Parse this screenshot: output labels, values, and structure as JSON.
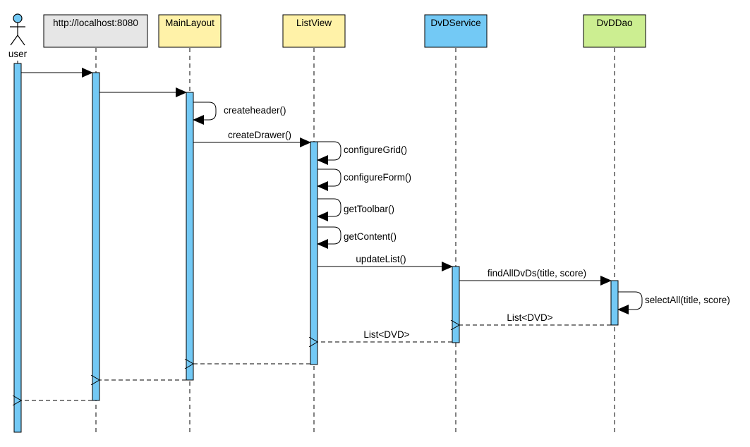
{
  "colors": {
    "activation": "#73C9F5",
    "gray_header": "#E6E6E6",
    "yellow_header": "#FFF2A8",
    "blue_header": "#73C9F5",
    "green_header": "#CCEE91"
  },
  "actor": {
    "label": "user"
  },
  "participants": [
    {
      "id": "browser",
      "label": "http://localhost:8080",
      "color": "#E6E6E6"
    },
    {
      "id": "mainlayout",
      "label": "MainLayout",
      "color": "#FFF2A8"
    },
    {
      "id": "listview",
      "label": "ListView",
      "color": "#FFF2A8"
    },
    {
      "id": "dvdservice",
      "label": "DvDService",
      "color": "#73C9F5"
    },
    {
      "id": "dvddao",
      "label": "DvDDao",
      "color": "#CCEE91"
    }
  ],
  "messages": {
    "create_header": "createheader()",
    "create_drawer": "createDrawer()",
    "configure_grid": "configureGrid()",
    "configure_form": "configureForm()",
    "get_toolbar": "getToolbar()",
    "get_content": "getContent()",
    "update_list": "updateList()",
    "find_all_dvds": "findAllDvDs(title, score)",
    "select_all": "selectAll(title, score)",
    "return_dao": "List<DVD>",
    "return_service": "List<DVD>"
  }
}
